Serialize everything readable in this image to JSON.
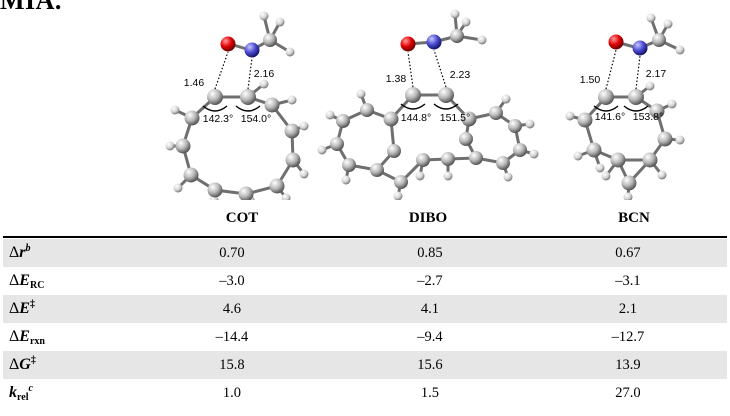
{
  "heading_fragment": "MIA.",
  "structures": [
    {
      "name": "COT",
      "dist_left": "1.46",
      "dist_right": "2.16",
      "angle_left": "142.3°",
      "angle_right": "154.0°"
    },
    {
      "name": "DIBO",
      "dist_left": "1.38",
      "dist_right": "2.23",
      "angle_left": "144.8°",
      "angle_right": "151.5°"
    },
    {
      "name": "BCN",
      "dist_left": "1.50",
      "dist_right": "2.17",
      "angle_left": "141.6°",
      "angle_right": "153.8°"
    }
  ],
  "table": {
    "rows": [
      {
        "delta": "Δ",
        "var": "r",
        "sub": "",
        "sup": "b",
        "values": [
          "0.70",
          "0.85",
          "0.67"
        ]
      },
      {
        "delta": "Δ",
        "var": "E",
        "sub": "RC",
        "sup": "",
        "values": [
          "–3.0",
          "–2.7",
          "–3.1"
        ]
      },
      {
        "delta": "Δ",
        "var": "E",
        "sub": "",
        "sup": "‡",
        "values": [
          "4.6",
          "4.1",
          "2.1"
        ]
      },
      {
        "delta": "Δ",
        "var": "E",
        "sub": "rxn",
        "sup": "",
        "values": [
          "–14.4",
          "–9.4",
          "–12.7"
        ]
      },
      {
        "delta": "Δ",
        "var": "G",
        "sub": "",
        "sup": "‡",
        "values": [
          "15.8",
          "15.6",
          "13.9"
        ]
      },
      {
        "delta": "",
        "var": "k",
        "sub": "rel",
        "sup": "c",
        "values": [
          "1.0",
          "1.5",
          "27.0"
        ]
      }
    ]
  }
}
